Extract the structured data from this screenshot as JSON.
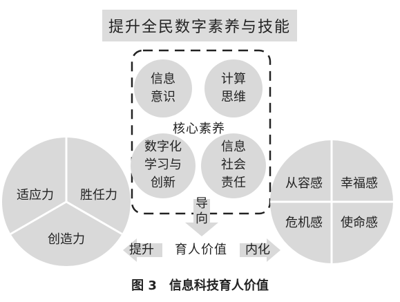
{
  "title": "提升全民数字素养与技能",
  "core": {
    "label": "核心素养",
    "items": [
      {
        "name": "info-awareness",
        "text": "信息\n意识"
      },
      {
        "name": "computational-thinking",
        "text": "计算\n思维"
      },
      {
        "name": "digital-learning",
        "text": "数字化\n学习与\n创新"
      },
      {
        "name": "info-social-responsibility",
        "text": "信息\n社会\n责任"
      }
    ]
  },
  "guide_label": "导\n向",
  "value_bar": {
    "left": "提升",
    "center": "育人价值",
    "right": "内化"
  },
  "left_pie": [
    "适应力",
    "胜任力",
    "创造力"
  ],
  "right_pie": [
    "从容感",
    "幸福感",
    "危机感",
    "使命感"
  ],
  "caption": "图 3　信息科技育人价值",
  "colors": {
    "fill": "#d9d9d9",
    "line": "#222222",
    "white": "#ffffff"
  }
}
